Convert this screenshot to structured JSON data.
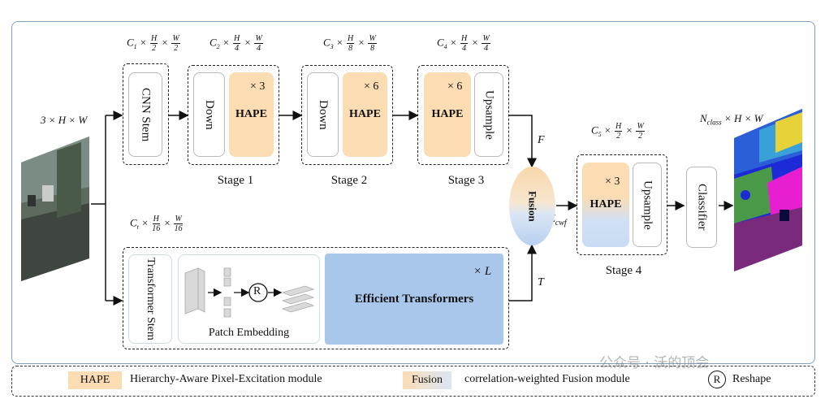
{
  "input_dim": "3 × H × W",
  "output_dim": "N_class × H × W",
  "dims": {
    "c1": {
      "c": "C",
      "sub": "1",
      "num": "H",
      "den": "2",
      "num2": "W",
      "den2": "2"
    },
    "c2": {
      "c": "C",
      "sub": "2",
      "num": "H",
      "den": "4",
      "num2": "W",
      "den2": "4"
    },
    "c3": {
      "c": "C",
      "sub": "3",
      "num": "H",
      "den": "8",
      "num2": "W",
      "den2": "8"
    },
    "c4": {
      "c": "C",
      "sub": "4",
      "num": "H",
      "den": "4",
      "num2": "W",
      "den2": "4"
    },
    "c5": {
      "c": "C",
      "sub": "5",
      "num": "H",
      "den": "2",
      "num2": "W",
      "den2": "2"
    },
    "ct": {
      "c": "C",
      "sub": "t",
      "num": "H",
      "den": "16",
      "num2": "W",
      "den2": "16"
    }
  },
  "blocks": {
    "cnn_stem": "CNN Stem",
    "down": "Down",
    "hape": "HAPE",
    "upsample": "Upsample",
    "fusion": "Fusion",
    "classifier": "Classifier",
    "transformer_stem": "Transformer Stem",
    "patch_embedding": "Patch Embedding",
    "efficient_transformers": "Efficient Transformers",
    "reshape_symbol": "R"
  },
  "multipliers": {
    "s1": "× 3",
    "s2": "× 6",
    "s3": "× 6",
    "s4": "× 3",
    "transformer": "× L"
  },
  "stages": {
    "s1": "Stage 1",
    "s2": "Stage 2",
    "s3": "Stage 3",
    "s4": "Stage 4"
  },
  "signals": {
    "F": "F",
    "T": "T",
    "Z": "Z",
    "Z_sub": "cwf"
  },
  "legend": {
    "hape_tag": "HAPE",
    "hape_desc": "Hierarchy-Aware Pixel-Excitation module",
    "fusion_tag": "Fusion",
    "fusion_desc": "correlation-weighted Fusion module",
    "reshape_tag": "R",
    "reshape_desc": "Reshape"
  },
  "watermark": "公众号 · 沃的顶会",
  "colors": {
    "hape": "#fbdcb3",
    "transformer": "#a9c7ea",
    "frame": "#7f9fbf",
    "segmentation_magenta": "#e81fd0",
    "segmentation_blue": "#1c2ad8"
  }
}
